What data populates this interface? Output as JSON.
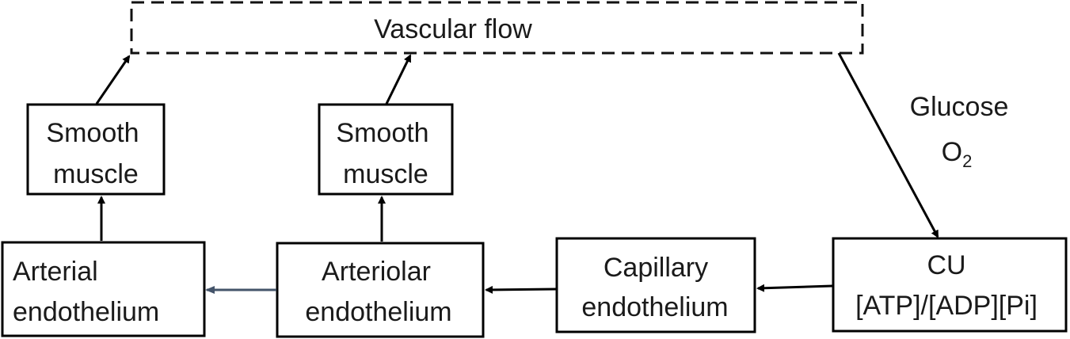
{
  "diagram": {
    "vascular_flow": "Vascular flow",
    "inputs": {
      "glucose": "Glucose",
      "oxygen": "O",
      "oxygen_subscript": "2"
    },
    "smooth_muscle_left": {
      "line1": "Smooth",
      "line2": "muscle"
    },
    "smooth_muscle_right": {
      "line1": "Smooth",
      "line2": "muscle"
    },
    "arterial_endothelium": {
      "line1": "Arterial",
      "line2": "endothelium"
    },
    "arteriolar_endothelium": {
      "line1": "Arteriolar",
      "line2": "endothelium"
    },
    "capillary_endothelium": {
      "line1": "Capillary",
      "line2": "endothelium"
    },
    "cu": {
      "line1": "CU",
      "line2": "[ATP]/[ADP][Pi]"
    }
  }
}
